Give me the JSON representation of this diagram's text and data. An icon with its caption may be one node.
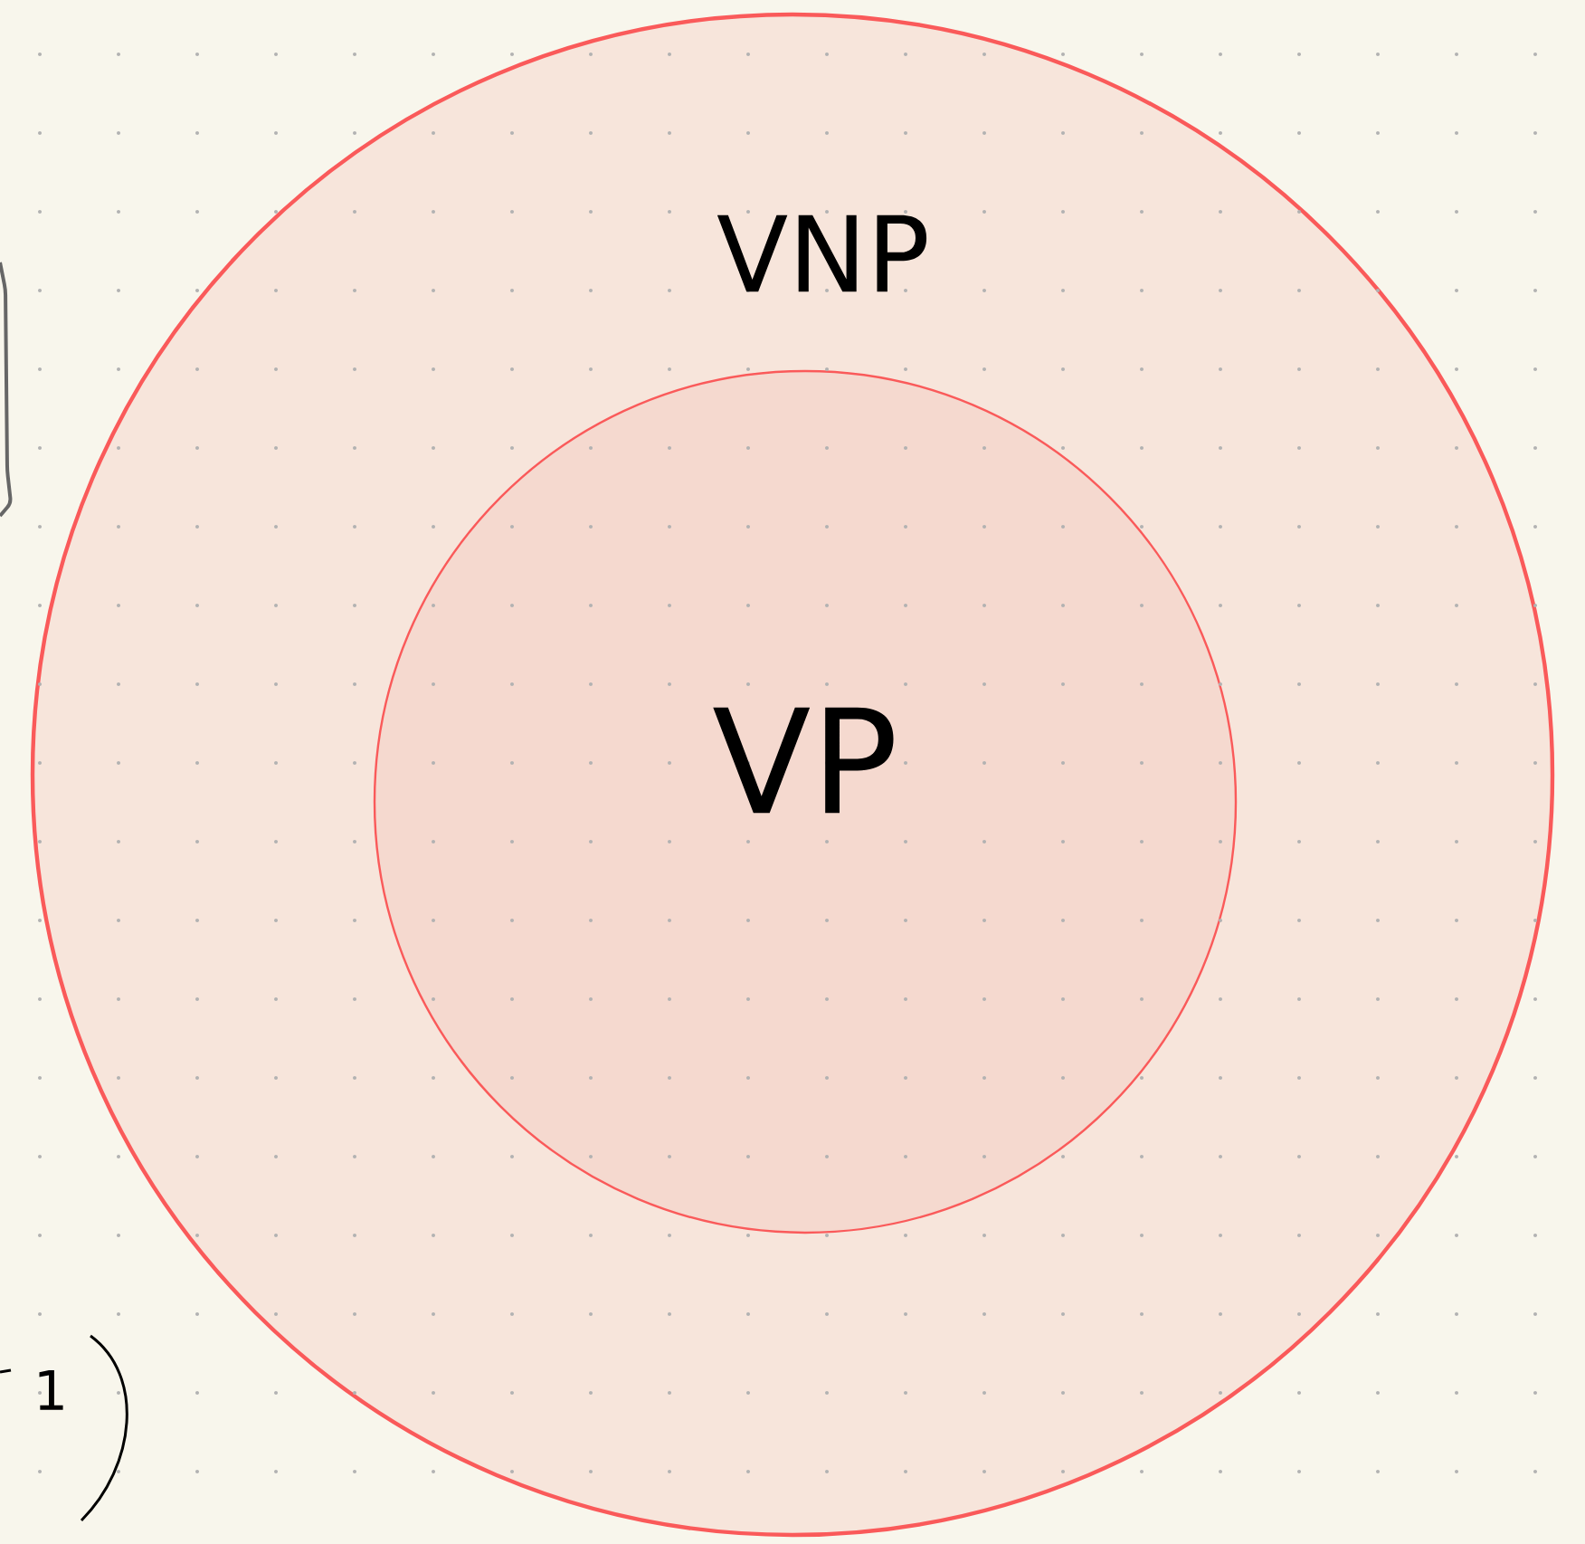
{
  "diagram": {
    "nodes": [
      {
        "text": [
          "VNP"
        ]
      },
      {
        "text": [
          "VP"
        ],
        "in": 0
      }
    ],
    "labels": [
      "1"
    ]
  }
}
